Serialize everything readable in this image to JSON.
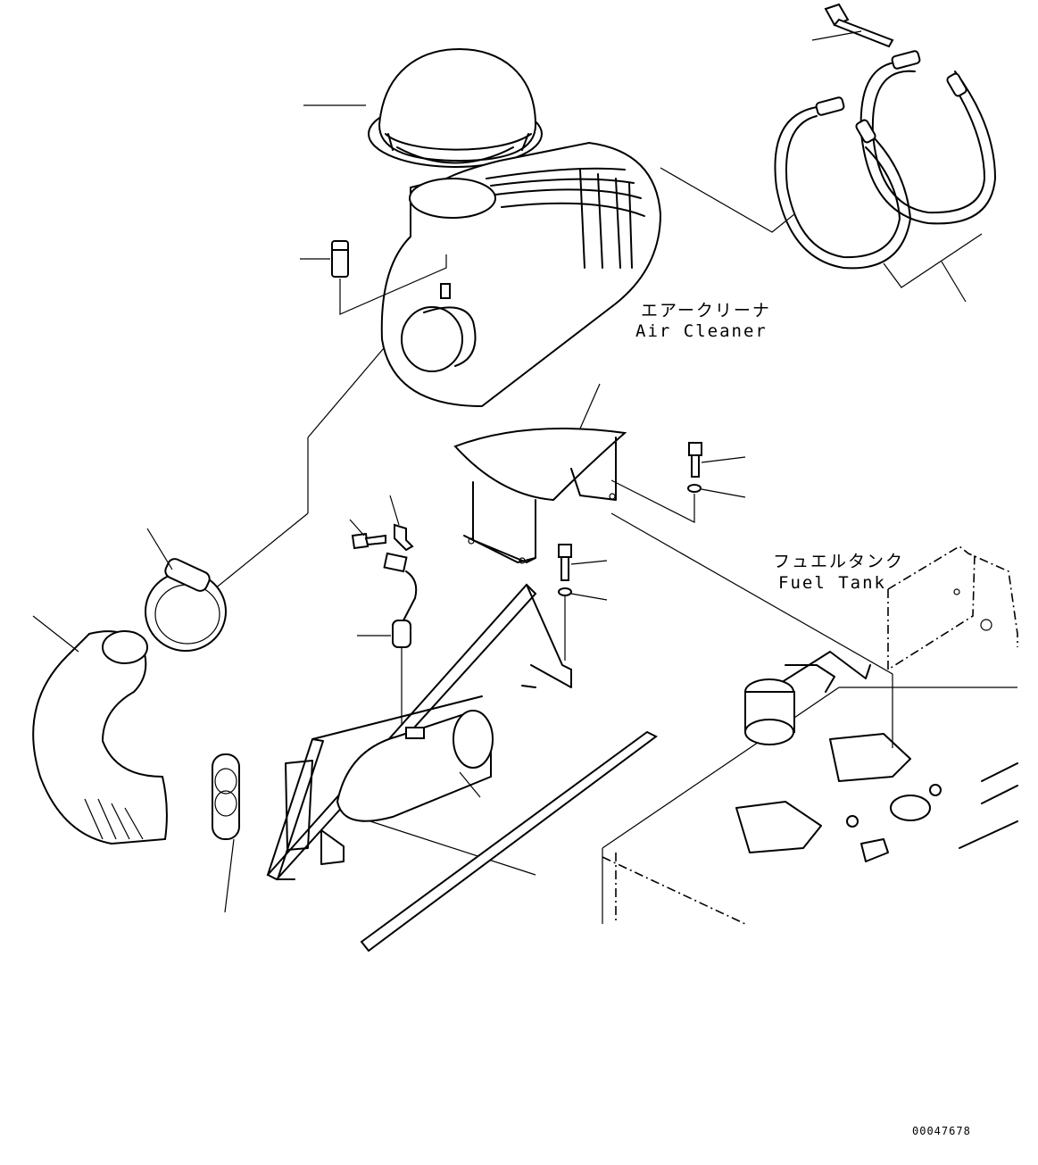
{
  "labels": {
    "air_cleaner_jp": "エアークリーナ",
    "air_cleaner_en": "Air Cleaner",
    "fuel_tank_jp": "フュエルタンク",
    "fuel_tank_en": "Fuel Tank"
  },
  "drawing_number": "00047678"
}
